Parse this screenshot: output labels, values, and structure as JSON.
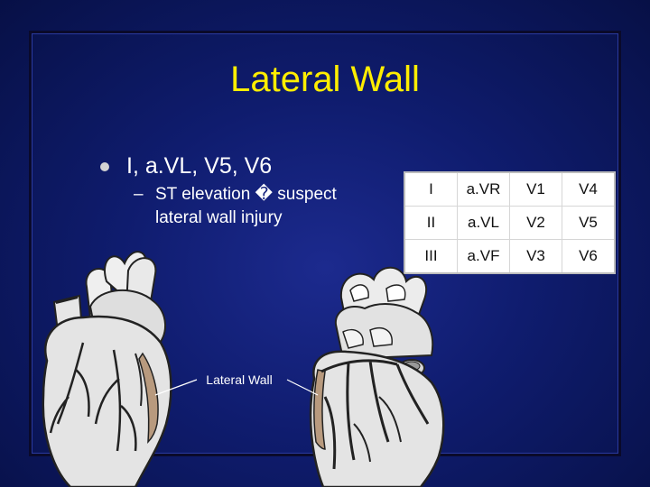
{
  "slide": {
    "title": "Lateral Wall",
    "bullet": "I, a.VL, V5, V6",
    "sub_dash": "–",
    "sub_bullet": "ST elevation � suspect lateral wall injury",
    "callout": "Lateral Wall"
  },
  "lead_table": {
    "rows": [
      [
        "I",
        "a.VR",
        "V1",
        "V4"
      ],
      [
        "II",
        "a.VL",
        "V2",
        "V5"
      ],
      [
        "III",
        "a.VF",
        "V3",
        "V6"
      ]
    ]
  },
  "colors": {
    "title": "#ffee00",
    "text": "#ffffff",
    "background": "#0f1c6e",
    "lateral_wall_highlight": "#b89a7e"
  }
}
